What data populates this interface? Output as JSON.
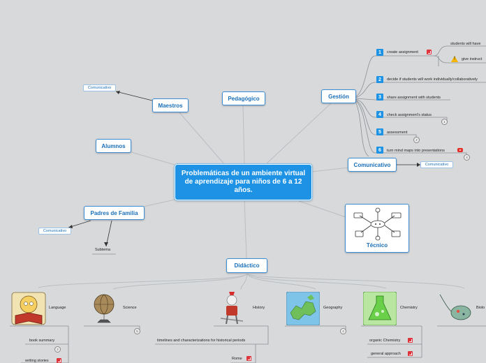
{
  "central": {
    "title": "Problemáticas de un ambiente virtual de aprendizaje para niños de 6 a 12 años."
  },
  "branches": {
    "maestros": "Maestros",
    "pedagogico": "Pedagógico",
    "gestion": "Gestión",
    "alumnos": "Alumnos",
    "padres": "Padres de Familia",
    "comunicativo": "Comunicativo",
    "tecnico": "Técnico",
    "didactico": "Didáctico"
  },
  "small_nodes": {
    "maestros_comunicativo": "Comunicativo",
    "padres_comunicativo": "Comunicativo",
    "padres_subtema": "Subtema",
    "comunicativo_child": "Comunicativo"
  },
  "gestion_items": [
    {
      "number": "1",
      "label": "create assignment"
    },
    {
      "number": "2",
      "label": "decide if students will work individually/collaboratively"
    },
    {
      "number": "3",
      "label": "share assignment with students"
    },
    {
      "number": "4",
      "label": "check assignment's status",
      "count": "1"
    },
    {
      "number": "5",
      "label": "assessment",
      "count": "2"
    },
    {
      "number": "6",
      "label": "turn mind maps into presentations",
      "count": "4"
    }
  ],
  "assignment_children": [
    "students will have",
    "give instruct"
  ],
  "didactico_topics": [
    {
      "label": "Language",
      "icon": "reading-character-icon"
    },
    {
      "label": "Science",
      "icon": "globe-icon",
      "count": "5"
    },
    {
      "label": "History",
      "icon": "roman-soldier-icon"
    },
    {
      "label": "Geography",
      "icon": "europe-map-icon",
      "count": "4"
    },
    {
      "label": "Chemistry",
      "icon": "flask-icon"
    },
    {
      "label": "Biolo",
      "icon": "bacteria-icon"
    }
  ],
  "language_children": [
    {
      "label": "book summary",
      "count": "2"
    },
    {
      "label": "writing stories"
    }
  ],
  "history_children": [
    "timelines and characterizations for historical periods",
    "Rome"
  ],
  "chemistry_children": [
    "organic Chemistry",
    "general approach"
  ],
  "colors": {
    "background": "#d8d9da",
    "accent": "#1e93e6",
    "border": "#3b8fd6",
    "link": "#b9bec3"
  }
}
